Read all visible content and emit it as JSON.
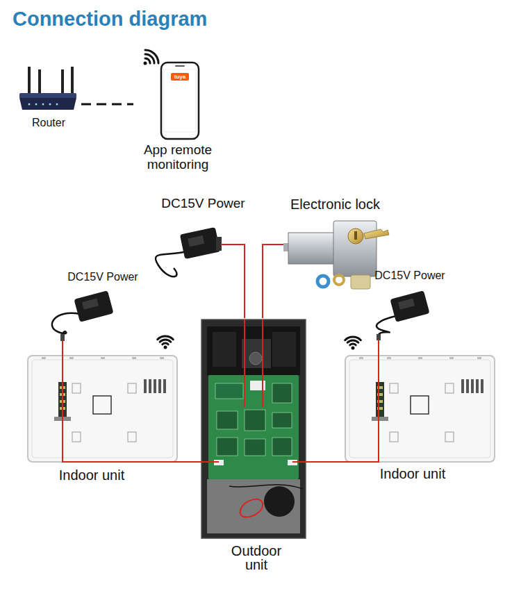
{
  "diagram": {
    "title": "Connection diagram",
    "nodes": [
      {
        "text": [
          "Router"
        ]
      },
      {
        "text": [
          "App remote monitoring"
        ]
      },
      {
        "text": [
          "DC15V Power"
        ]
      },
      {
        "text": [
          "Electronic lock"
        ]
      },
      {
        "text": [
          "DC15V Power"
        ]
      },
      {
        "text": [
          "DC15V Power"
        ]
      },
      {
        "text": [
          "Indoor unit"
        ]
      },
      {
        "text": [
          "Indoor unit"
        ]
      },
      {
        "text": [
          "Outdoor unit"
        ]
      }
    ],
    "edges": [
      {
        "from": 0,
        "to": 1,
        "arrow": "none"
      },
      {
        "from": 2,
        "to": 8,
        "arrow": "none"
      },
      {
        "from": 3,
        "to": 8,
        "arrow": "none"
      },
      {
        "from": 4,
        "to": 6,
        "arrow": "none"
      },
      {
        "from": 5,
        "to": 7,
        "arrow": "none"
      },
      {
        "from": 6,
        "to": 8,
        "arrow": "none"
      },
      {
        "from": 7,
        "to": 8,
        "arrow": "none"
      }
    ],
    "labels": [
      "tuya"
    ]
  }
}
